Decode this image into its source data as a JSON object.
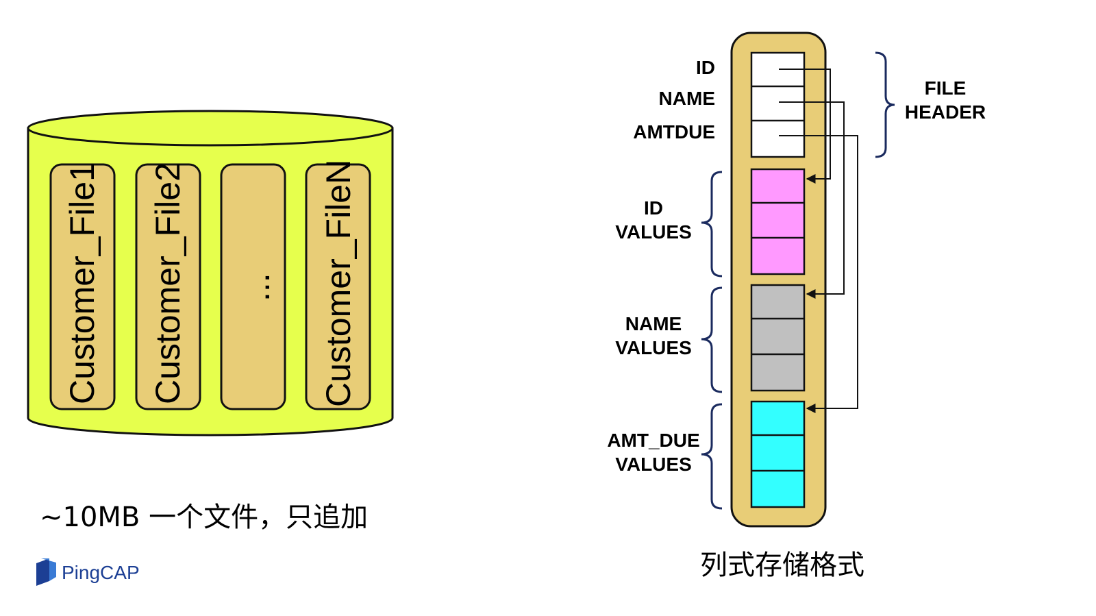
{
  "left": {
    "files": [
      "Customer_File1",
      "Customer_File2",
      "...",
      "Customer_FileN"
    ],
    "caption": "~10MB 一个文件，只追加"
  },
  "right": {
    "header_fields": [
      "ID",
      "NAME",
      "AMTDUE"
    ],
    "file_header_label": [
      "FILE",
      "HEADER"
    ],
    "groups": [
      {
        "label": [
          "ID",
          "VALUES"
        ],
        "color": "#ff99ff"
      },
      {
        "label": [
          "NAME",
          "VALUES"
        ],
        "color": "#c0c0c0"
      },
      {
        "label": [
          "AMT_DUE",
          "VALUES"
        ],
        "color": "#33ffff"
      }
    ],
    "caption": "列式存储格式"
  },
  "colors": {
    "cylinder": "#e6ff4d",
    "file_slot": "#e8cd77",
    "column_container": "#e8cd77",
    "brace": "#1a2a5e"
  },
  "brand": {
    "logo_icon": "pingcap-logo-icon",
    "name": "PingCAP"
  }
}
